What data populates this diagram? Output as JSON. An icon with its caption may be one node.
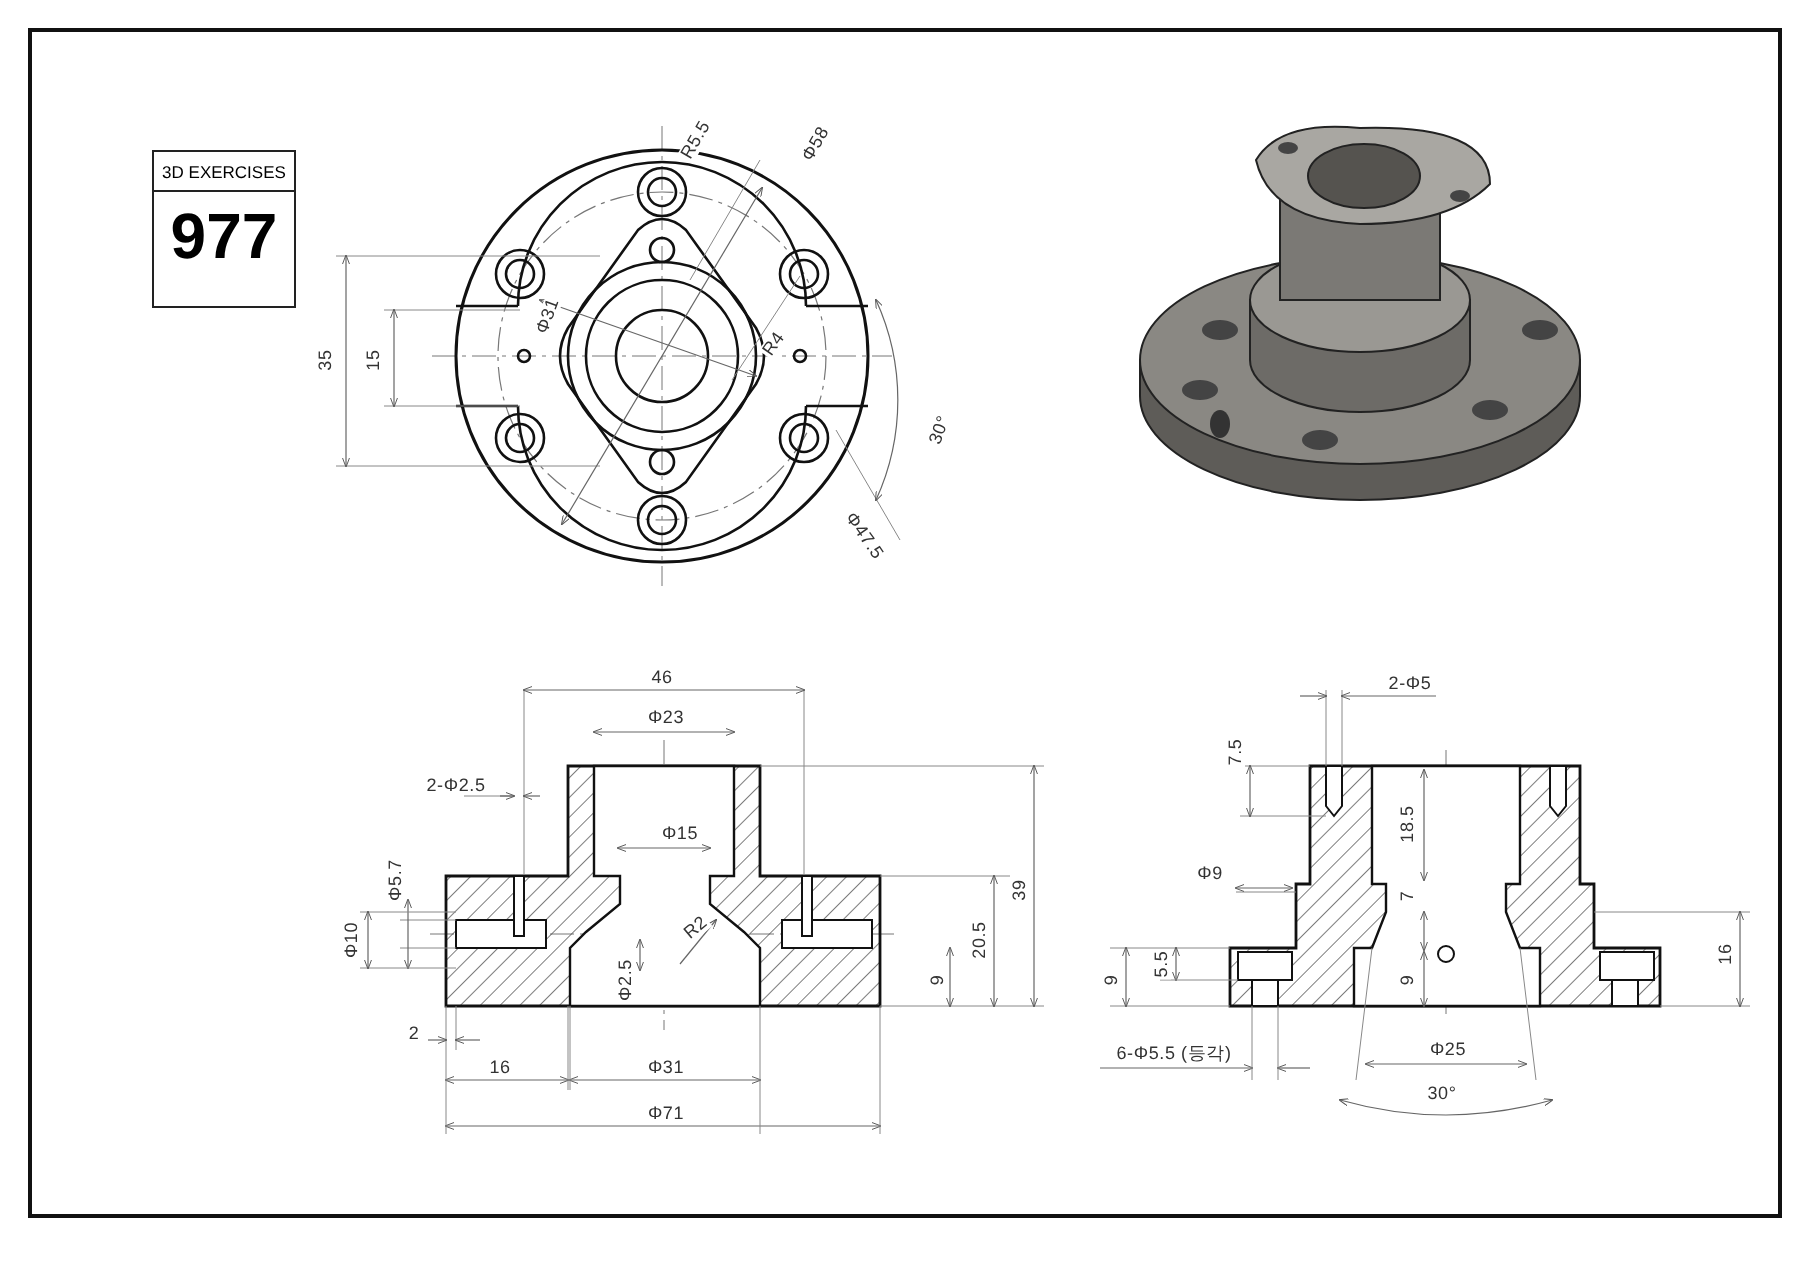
{
  "diagram": {
    "nodes": [
      {
        "text": [
          "3D EXERCISES",
          "977"
        ]
      }
    ],
    "labels": [
      "R5.5",
      "Φ58",
      "Φ31",
      "R4",
      "35",
      "15",
      "30°",
      "Φ47.5",
      "46",
      "Φ23",
      "2-Φ2.5",
      "Φ15",
      "Φ5.7",
      "Φ10",
      "R2",
      "Φ2.5",
      "20.5",
      "39",
      "9",
      "2",
      "16",
      "Φ31",
      "Φ71",
      "2-Φ5",
      "7.5",
      "18.5",
      "Φ9",
      "7",
      "9",
      "5.5",
      "9",
      "16",
      "6-Φ5.5 (등각)",
      "Φ25",
      "30°"
    ]
  }
}
